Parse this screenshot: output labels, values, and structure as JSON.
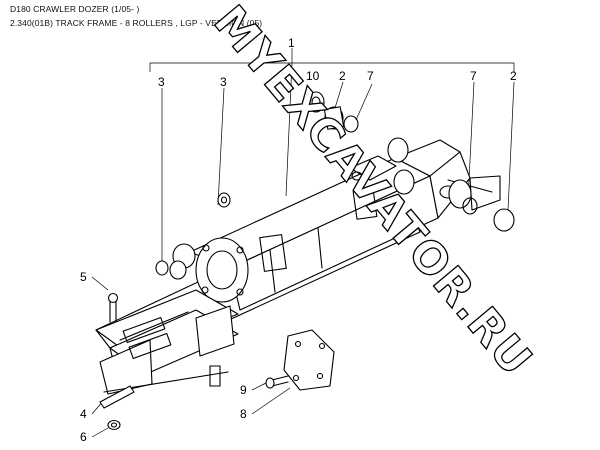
{
  "header": {
    "model": "D180 CRAWLER DOZER (1/05- )",
    "section": "2.340(01B) TRACK FRAME - 8 ROLLERS , LGP - VERSION (05)"
  },
  "watermark": {
    "text": "MYEXCAVATOR.RU"
  },
  "callouts": {
    "c1": "1",
    "c2a": "2",
    "c2b": "2",
    "c3a": "3",
    "c3b": "3",
    "c4": "4",
    "c5": "5",
    "c6": "6",
    "c7a": "7",
    "c7b": "7",
    "c8": "8",
    "c9": "9",
    "c10": "10"
  }
}
